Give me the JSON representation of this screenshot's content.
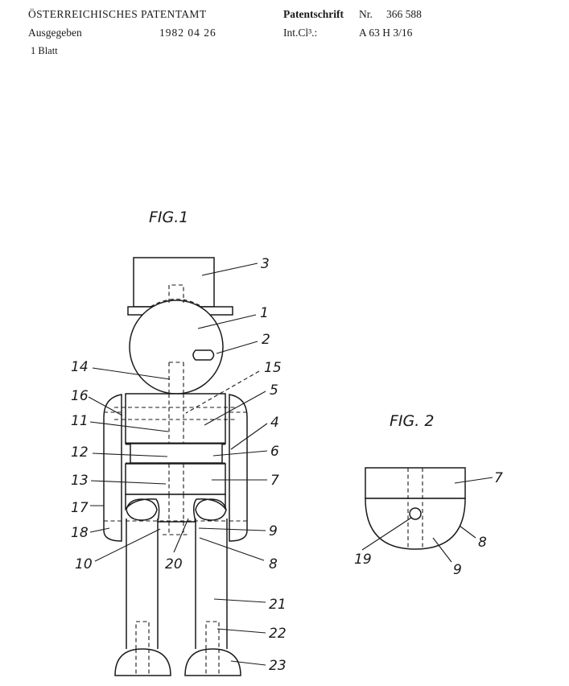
{
  "header": {
    "office": "ÖSTERREICHISCHES PATENTAMT",
    "issued_label": "Ausgegeben",
    "issued_date": "1982 04 26",
    "sheets": "1 Blatt",
    "doc_type": "Patentschrift",
    "nr_label": "Nr.",
    "nr_value": "366 588",
    "intcl_label": "Int.Cl³.:",
    "intcl_value": "A 63 H 3/16"
  },
  "figures": {
    "fig1_title": "FIG.1",
    "fig2_title": "FIG. 2"
  },
  "fig1_refs": [
    "3",
    "1",
    "2",
    "14",
    "15",
    "5",
    "16",
    "11",
    "4",
    "12",
    "6",
    "13",
    "7",
    "17",
    "9",
    "18",
    "10",
    "20",
    "8",
    "21",
    "22",
    "23"
  ],
  "fig2_refs": [
    "7",
    "8",
    "19",
    "9"
  ]
}
